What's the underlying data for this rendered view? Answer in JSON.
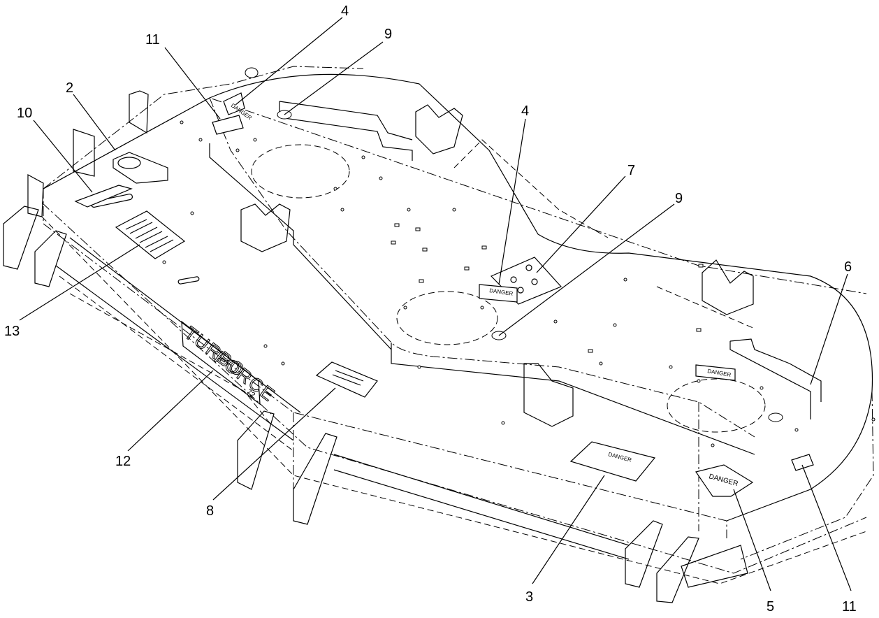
{
  "callouts": [
    "4",
    "9",
    "11",
    "2",
    "10",
    "4",
    "7",
    "9",
    "6",
    "13",
    "12",
    "8",
    "3",
    "5",
    "11"
  ],
  "decals": {
    "danger_rear": "DANGER",
    "danger_center": "DANGER",
    "danger_right": "DANGER",
    "danger_front": "DANGER",
    "danger_shield": "DANGER",
    "brand_top": "TURBO",
    "brand_bottom": "FORCE",
    "brand_model": "72"
  }
}
